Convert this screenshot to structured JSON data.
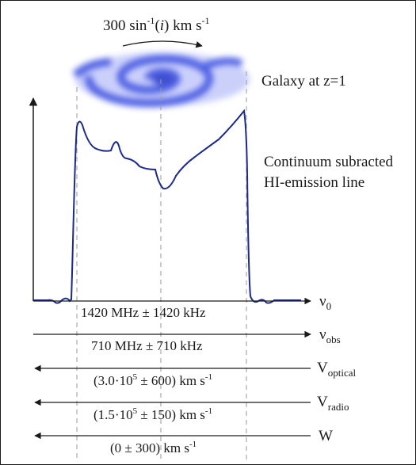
{
  "rotation": {
    "base": "300 sin",
    "sup1": "-1",
    "mid": "(",
    "italic": "i",
    "mid2": ") km s",
    "sup2": "-1"
  },
  "galaxy_label": "Galaxy at z=1",
  "line_label": [
    "Continuum subracted",
    "HI-emission line"
  ],
  "axes": [
    {
      "left": "",
      "main": "1420 MHz ± 1420 kHz",
      "right_base": "ν",
      "right_sub": "0",
      "direction": "right"
    },
    {
      "left": "",
      "main": "710 MHz ± 710 kHz",
      "right_base": "ν",
      "right_sub": "obs",
      "direction": "right"
    },
    {
      "main_pre": "(3.0·10",
      "main_sup": "5",
      "main_post": " ± 600) km s",
      "main_sup2": "-1",
      "right_base": "V",
      "right_sub": "optical",
      "direction": "left"
    },
    {
      "main_pre": "(1.5·10",
      "main_sup": "5",
      "main_post": " ± 150) km s",
      "main_sup2": "-1",
      "right_base": "V",
      "right_sub": "radio",
      "direction": "left"
    },
    {
      "main_pre": "(0 ± 300) km s",
      "main_sup": "-1",
      "right_base": "W",
      "direction": "left"
    }
  ],
  "colors": {
    "profile": "#1b2a8c",
    "galaxy": "#3a4fe0",
    "guide": "#9a9a9a",
    "ink": "#1a1a1a"
  }
}
